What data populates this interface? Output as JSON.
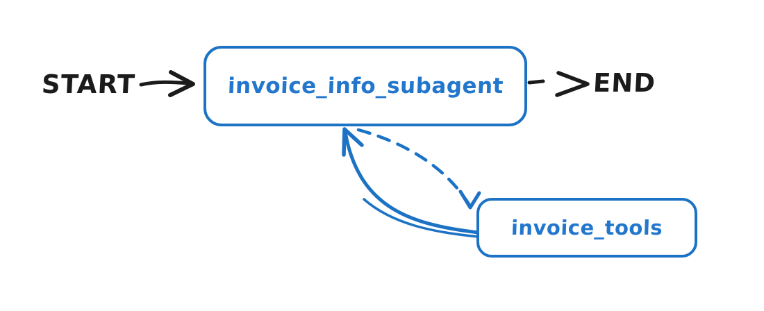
{
  "diagram": {
    "type": "flow-graph",
    "background": "#ffffff",
    "colors": {
      "node_border": "#1c72c4",
      "node_text": "#2277cd",
      "edge_black": "#1b1b1b",
      "edge_blue": "#1c72c4"
    },
    "nodes": {
      "start": {
        "label": "START",
        "kind": "terminal"
      },
      "subagent": {
        "label": "invoice_info_subagent",
        "kind": "box"
      },
      "end": {
        "label": "END",
        "kind": "terminal"
      },
      "tools": {
        "label": "invoice_tools",
        "kind": "box"
      }
    },
    "edges": [
      {
        "from": "START",
        "to": "invoice_info_subagent",
        "style": "solid",
        "color": "#1b1b1b"
      },
      {
        "from": "invoice_info_subagent",
        "to": "END",
        "style": "dashed",
        "color": "#1b1b1b"
      },
      {
        "from": "invoice_info_subagent",
        "to": "invoice_tools",
        "style": "dashed",
        "color": "#1c72c4"
      },
      {
        "from": "invoice_tools",
        "to": "invoice_info_subagent",
        "style": "solid",
        "color": "#1c72c4"
      }
    ]
  }
}
